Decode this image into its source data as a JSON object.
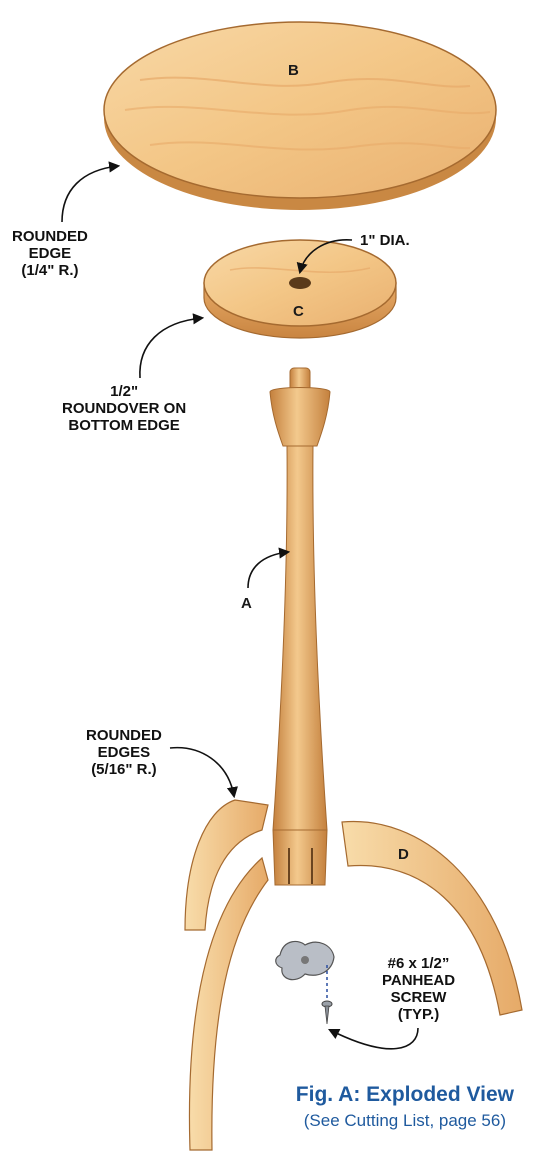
{
  "labels": {
    "rounded_edge_top": [
      "ROUNDED",
      "EDGE",
      "(1/4\" R.)"
    ],
    "dia": "1\" DIA.",
    "roundover": [
      "1/2\"",
      "ROUNDOVER ON",
      "BOTTOM EDGE"
    ],
    "rounded_edges_legs": [
      "ROUNDED",
      "EDGES",
      "(5/16\" R.)"
    ],
    "screw": [
      "#6 x 1/2”",
      "PANHEAD",
      "SCREW",
      "(TYP.)"
    ]
  },
  "parts": {
    "a": "A",
    "b": "B",
    "c": "C",
    "d": "D"
  },
  "caption": {
    "title": "Fig. A: Exploded View",
    "subtitle": "(See Cutting List, page 56)"
  },
  "colors": {
    "wood_light": "#f6cf95",
    "wood_mid": "#e9a864",
    "wood_dark": "#c7833f",
    "caption_blue": "#1f5a9e"
  }
}
